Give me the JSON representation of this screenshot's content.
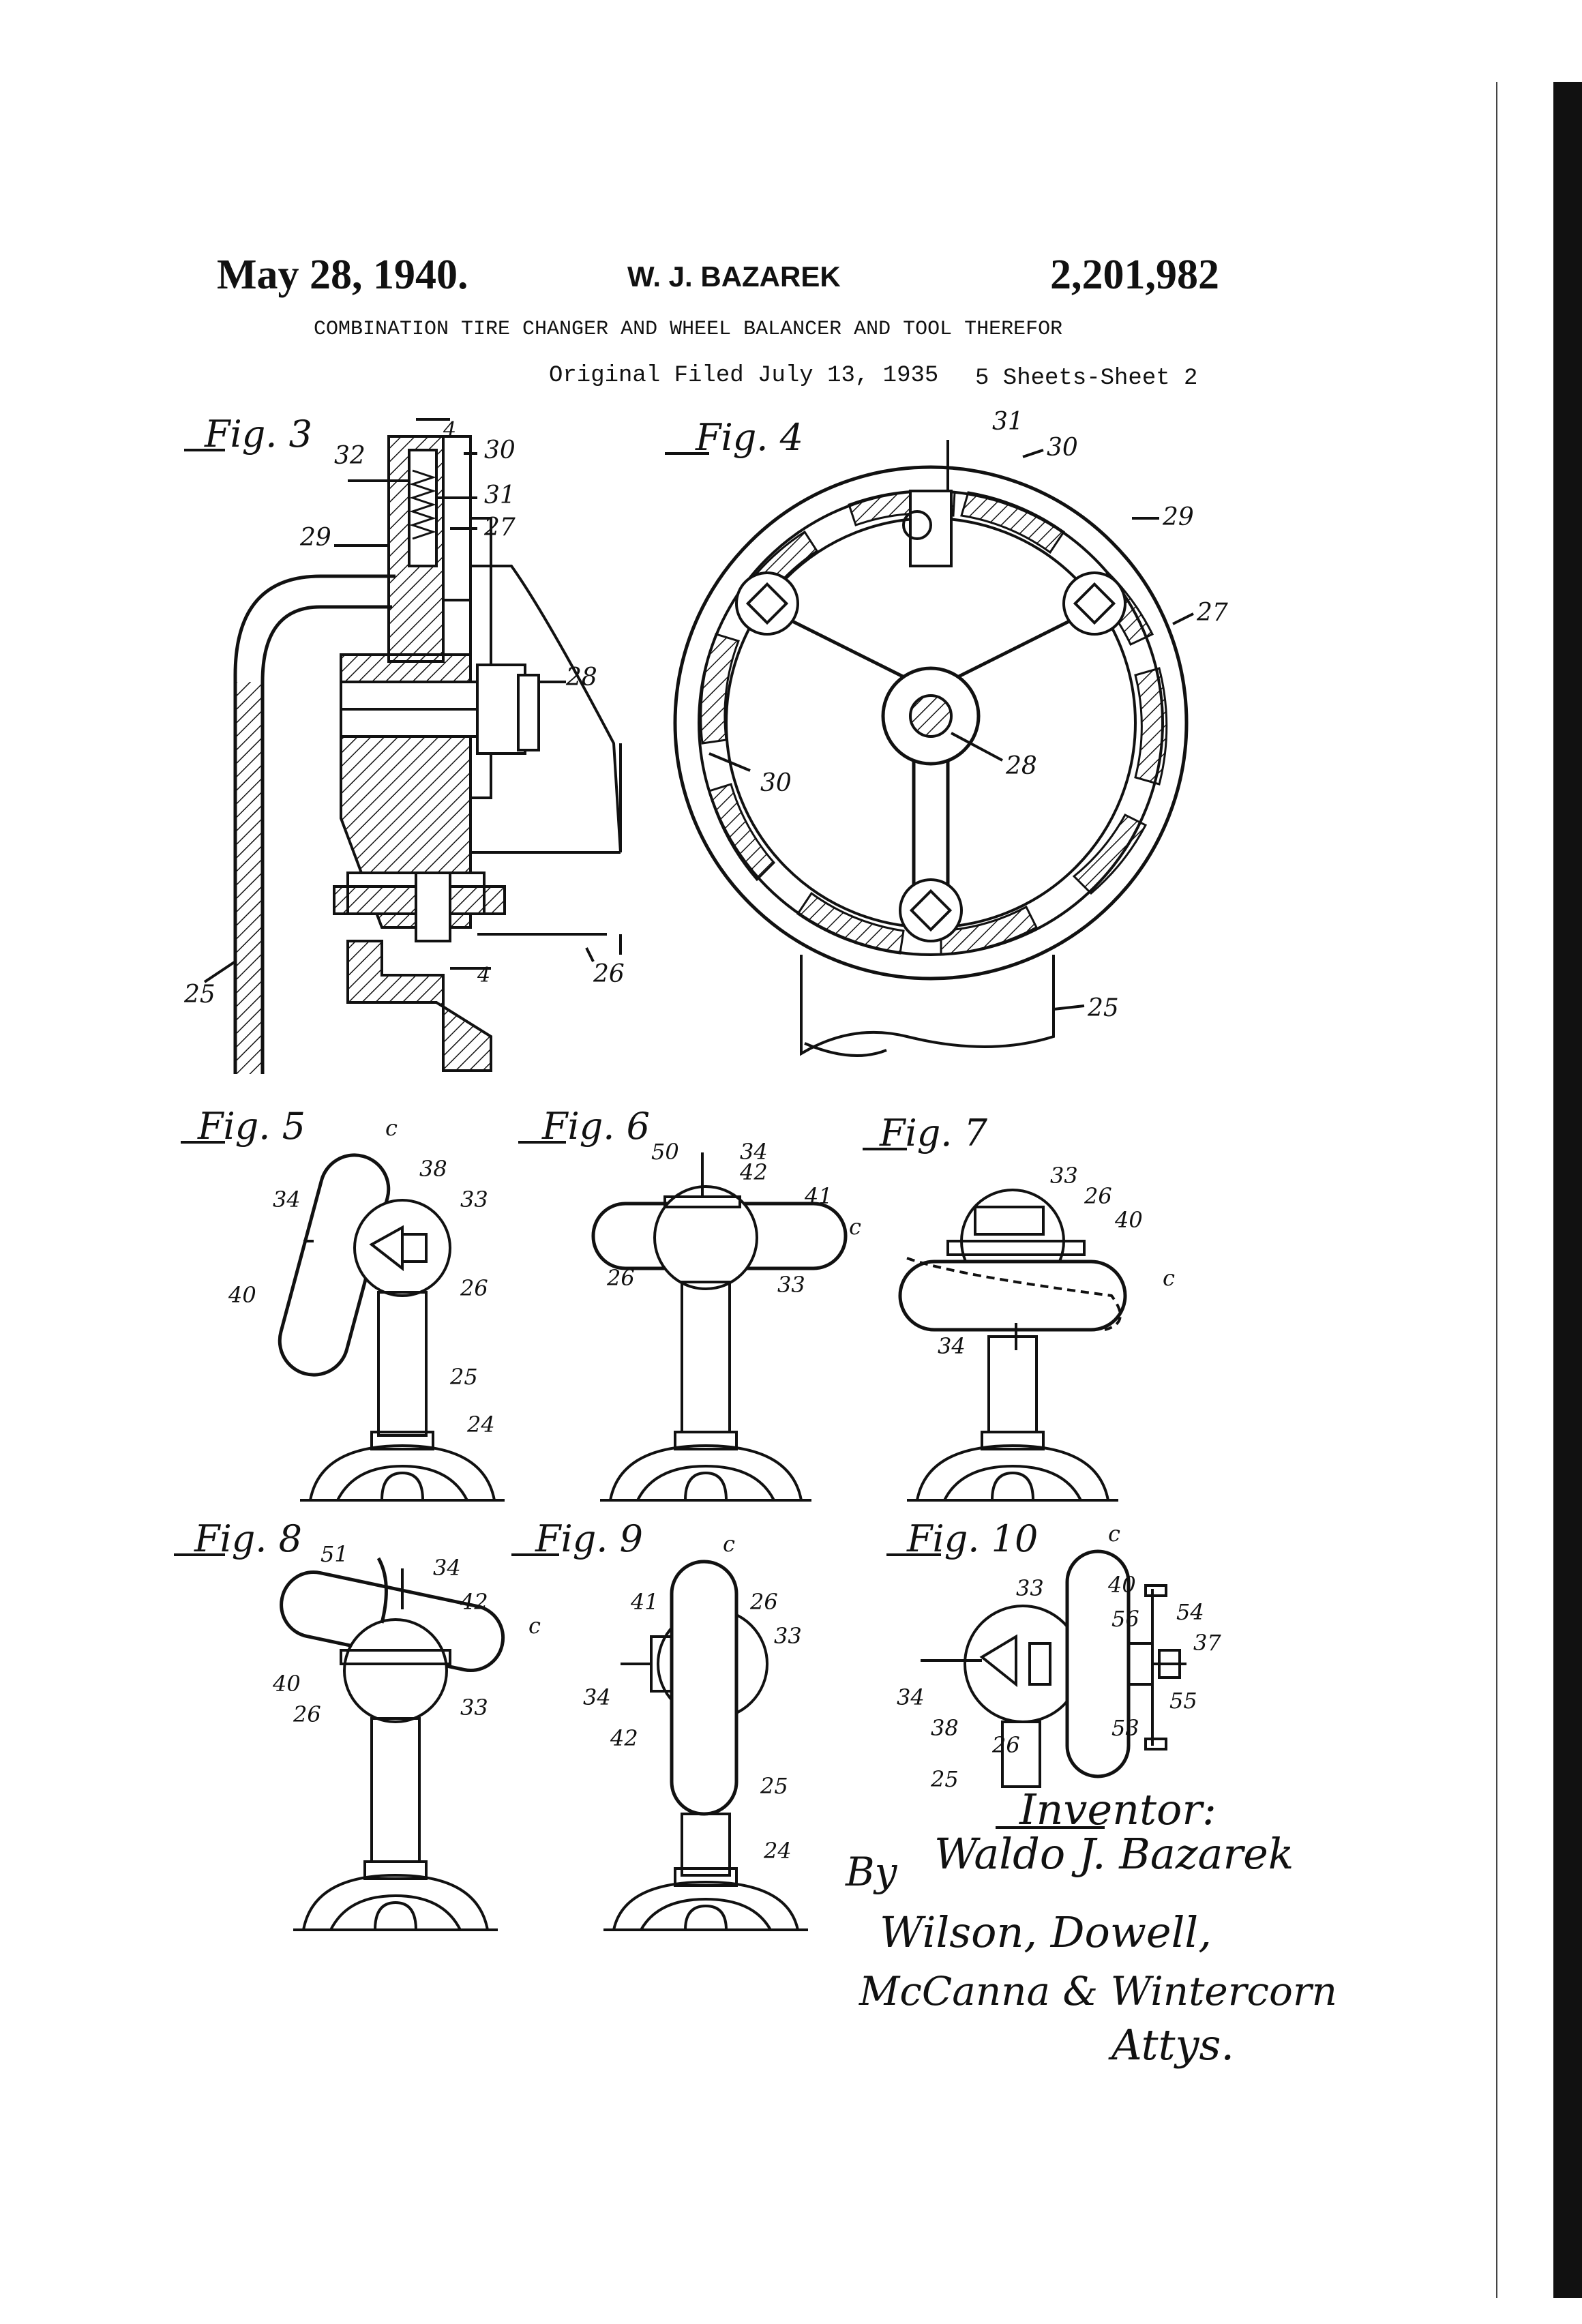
{
  "header": {
    "date": "May 28, 1940.",
    "inventor": "W. J. BAZAREK",
    "patent_number": "2,201,982",
    "title": "COMBINATION TIRE CHANGER AND WHEEL BALANCER AND TOOL THEREFOR",
    "filed": "Original Filed July 13, 1935",
    "sheets": "5 Sheets-Sheet 2"
  },
  "figures": {
    "fig3": "Fig. 3",
    "fig4": "Fig. 4",
    "fig5": "Fig. 5",
    "fig6": "Fig. 6",
    "fig7": "Fig. 7",
    "fig8": "Fig. 8",
    "fig9": "Fig. 9",
    "fig10": "Fig. 10"
  },
  "reference_numerals": {
    "fig3": [
      "4",
      "32",
      "30",
      "31",
      "29",
      "27",
      "28",
      "25",
      "4",
      "26"
    ],
    "fig4": [
      "31",
      "30",
      "29",
      "27",
      "28",
      "30",
      "25"
    ],
    "fig5": [
      "c",
      "38",
      "34",
      "33",
      "40",
      "26",
      "25",
      "24"
    ],
    "fig6": [
      "50",
      "34",
      "42",
      "41",
      "c",
      "26",
      "33"
    ],
    "fig7": [
      "33",
      "26",
      "40",
      "c",
      "34"
    ],
    "fig8": [
      "51",
      "34",
      "42",
      "c",
      "40",
      "26",
      "33"
    ],
    "fig9": [
      "c",
      "41",
      "26",
      "33",
      "34",
      "42",
      "25",
      "24"
    ],
    "fig10": [
      "c",
      "33",
      "40",
      "56",
      "54",
      "37",
      "34",
      "38",
      "26",
      "53",
      "55",
      "25"
    ]
  },
  "signature": {
    "inventor_label": "Inventor:",
    "by": "By",
    "inventor_signature": "Waldo J. Bazarek",
    "attorneys_line1": "Wilson, Dowell,",
    "attorneys_line2": "McCanna & Wintercorn",
    "attys": "Attys."
  }
}
